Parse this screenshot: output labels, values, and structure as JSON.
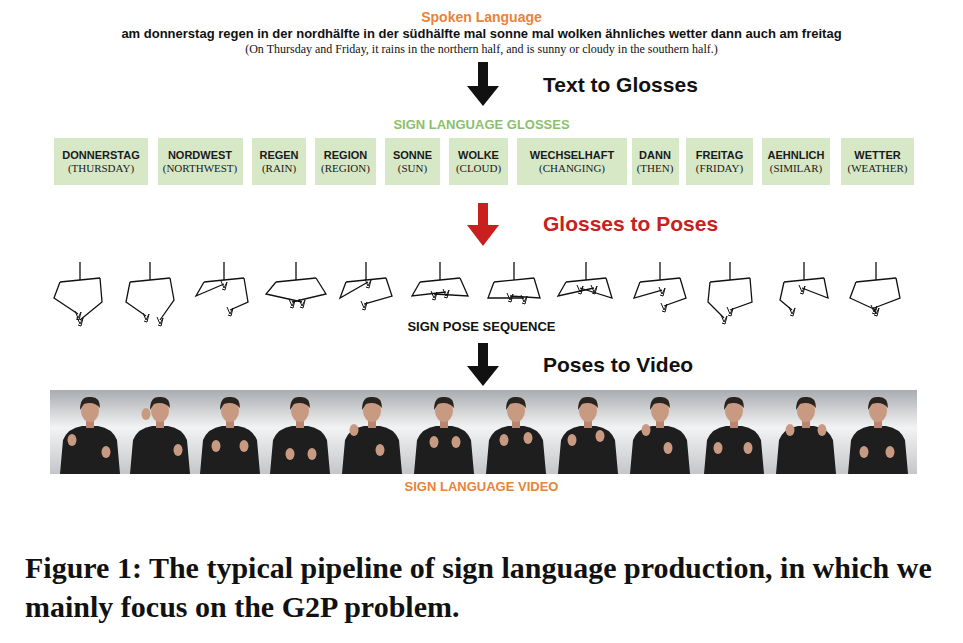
{
  "diagram": {
    "caption": "Figure 1: The typical pipeline of sign language production, in which we mainly focus on the G2P problem.",
    "nodes": [
      {
        "text": [
          "DONNERSTAG",
          "(THURSDAY)"
        ]
      },
      {
        "text": [
          "NORDWEST",
          "(NORTHWEST)"
        ]
      },
      {
        "text": [
          "REGEN",
          "(RAIN)"
        ]
      },
      {
        "text": [
          "REGION",
          "(REGION)"
        ]
      },
      {
        "text": [
          "SONNE",
          "(SUN)"
        ]
      },
      {
        "text": [
          "WOLKE",
          "(CLOUD)"
        ]
      },
      {
        "text": [
          "WECHSELHAFT",
          "(CHANGING)"
        ]
      },
      {
        "text": [
          "DANN",
          "(THEN)"
        ]
      },
      {
        "text": [
          "FREITAG",
          "(FRIDAY)"
        ]
      },
      {
        "text": [
          "AEHNLICH",
          "(SIMILAR)"
        ]
      },
      {
        "text": [
          "WETTER",
          "(WEATHER)"
        ]
      }
    ],
    "labels": [
      "Spoken Language",
      "am donnerstag regen in der nordhälfte in der südhälfte mal sonne mal wolken ähnliches wetter dann auch am freitag",
      "(On Thursday and Friday, it rains in the northern half, and is sunny or cloudy in the southern half.)",
      "Text to Glosses",
      "SIGN LANGUAGE GLOSSES",
      "Glosses to Poses",
      "SIGN POSE SEQUENCE",
      "Poses to Video",
      "SIGN LANGUAGE VIDEO"
    ]
  }
}
